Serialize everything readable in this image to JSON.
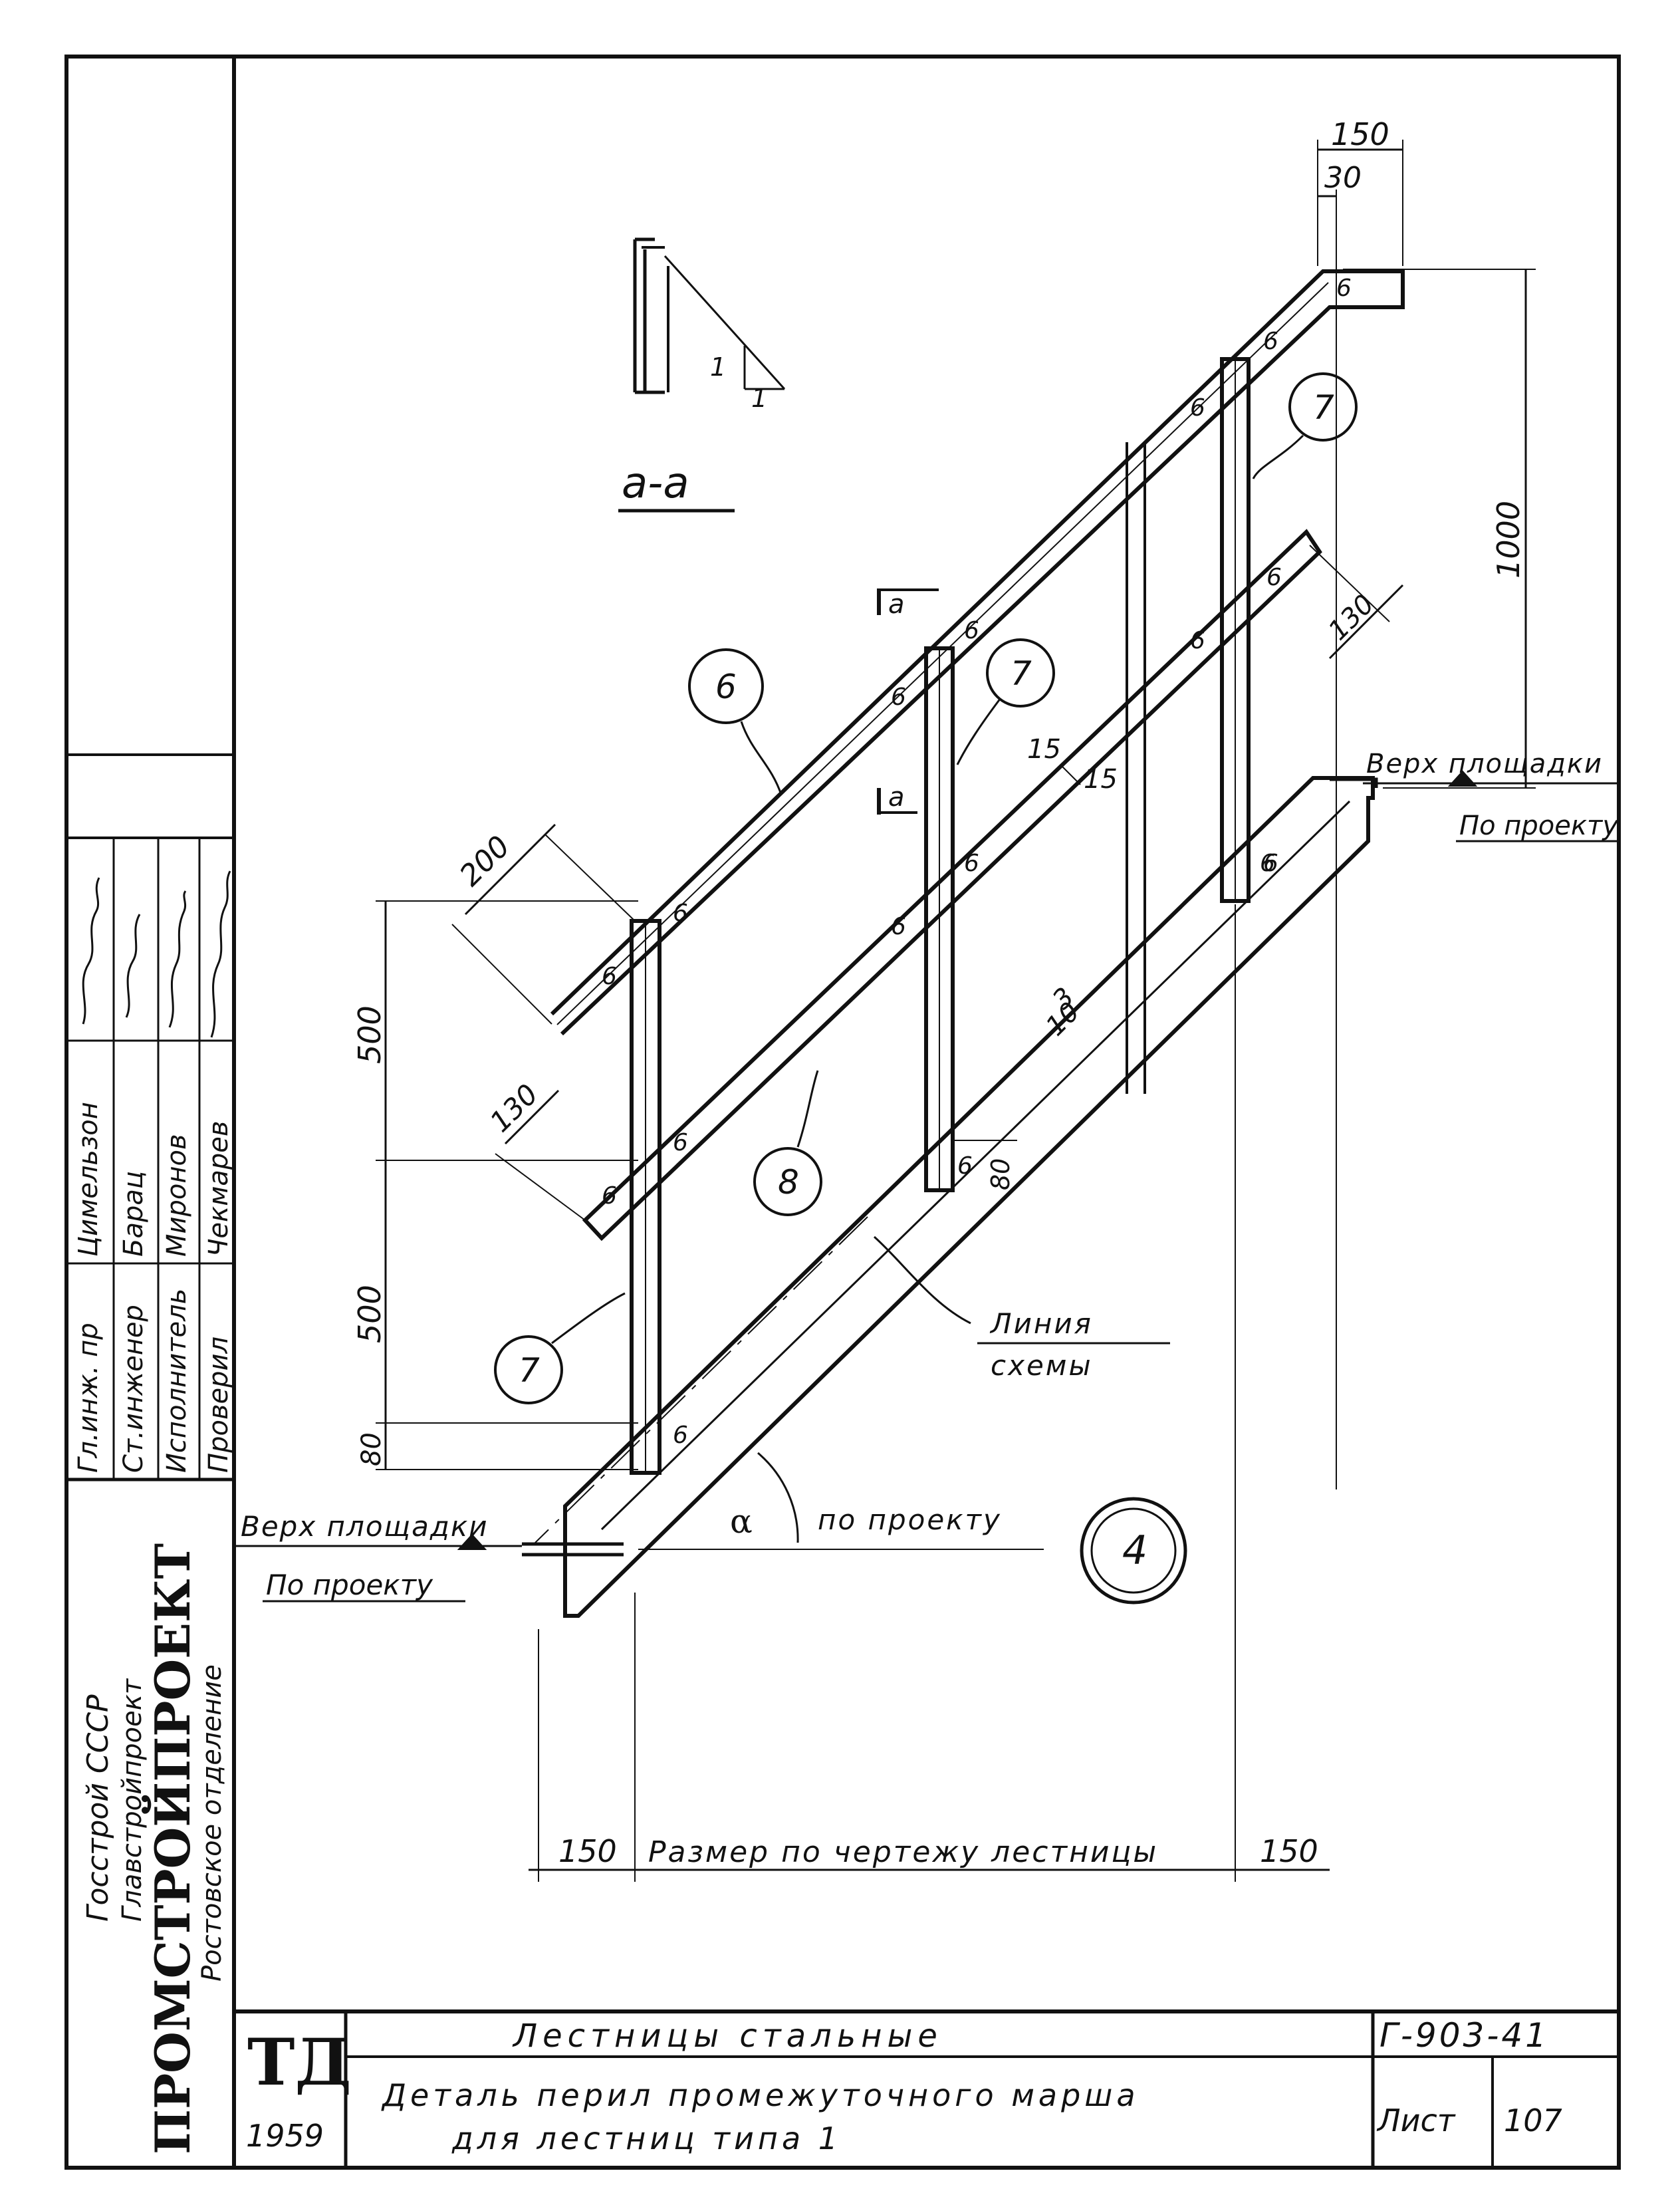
{
  "drawing": {
    "section_label": "a-a",
    "section_mark": "a",
    "section_slope_label": "1",
    "weld_size": "6",
    "parts": {
      "handrail": "6",
      "post": "7",
      "mid_rail": "8"
    },
    "sheet_badge": "4",
    "dims": {
      "top_width": "150",
      "top_offset": "30",
      "height_total": "1000",
      "rail_gap": "130",
      "rail_gap_top": "130",
      "overhang": "200",
      "upper_height": "500",
      "lower_height": "500",
      "post_base": "80",
      "base_right": "80",
      "gap_a": "15",
      "gap_b": "15",
      "center_10": "10",
      "center_3": "3",
      "left_end": "150",
      "right_end": "150"
    },
    "labels": {
      "top_landing": "Верх площадки",
      "bottom_landing": "Верх площадки",
      "by_project_top": "По проекту",
      "by_project_bottom": "По проекту",
      "alpha": "α",
      "alpha_note": "по проекту",
      "scheme_line_1": "Линия",
      "scheme_line_2": "схемы",
      "length_label": "Размер по чертежу лестницы"
    }
  },
  "side_panel": {
    "org_1": "Госстрой СССР",
    "org_2": "Главстройпроект",
    "org_3": "ПРОМСТРОЙПРОЕКТ",
    "org_4": "Ростовское отделение",
    "roles": [
      {
        "role": "Гл.инж. пр",
        "name": "Цимельзон"
      },
      {
        "role": "Ст.инженер",
        "name": "Барац"
      },
      {
        "role": "Исполнитель",
        "name": "Миронов"
      },
      {
        "role": "Проверил",
        "name": "Чекмарев"
      }
    ]
  },
  "title_block": {
    "logo": "ТД",
    "year": "1959",
    "title": "Лестницы стальные",
    "subtitle_1": "Деталь перил промежуточного марша",
    "subtitle_2": "для лестниц типа 1",
    "code": "Г-903-41",
    "sheet_label": "Лист",
    "sheet_no": "107"
  }
}
